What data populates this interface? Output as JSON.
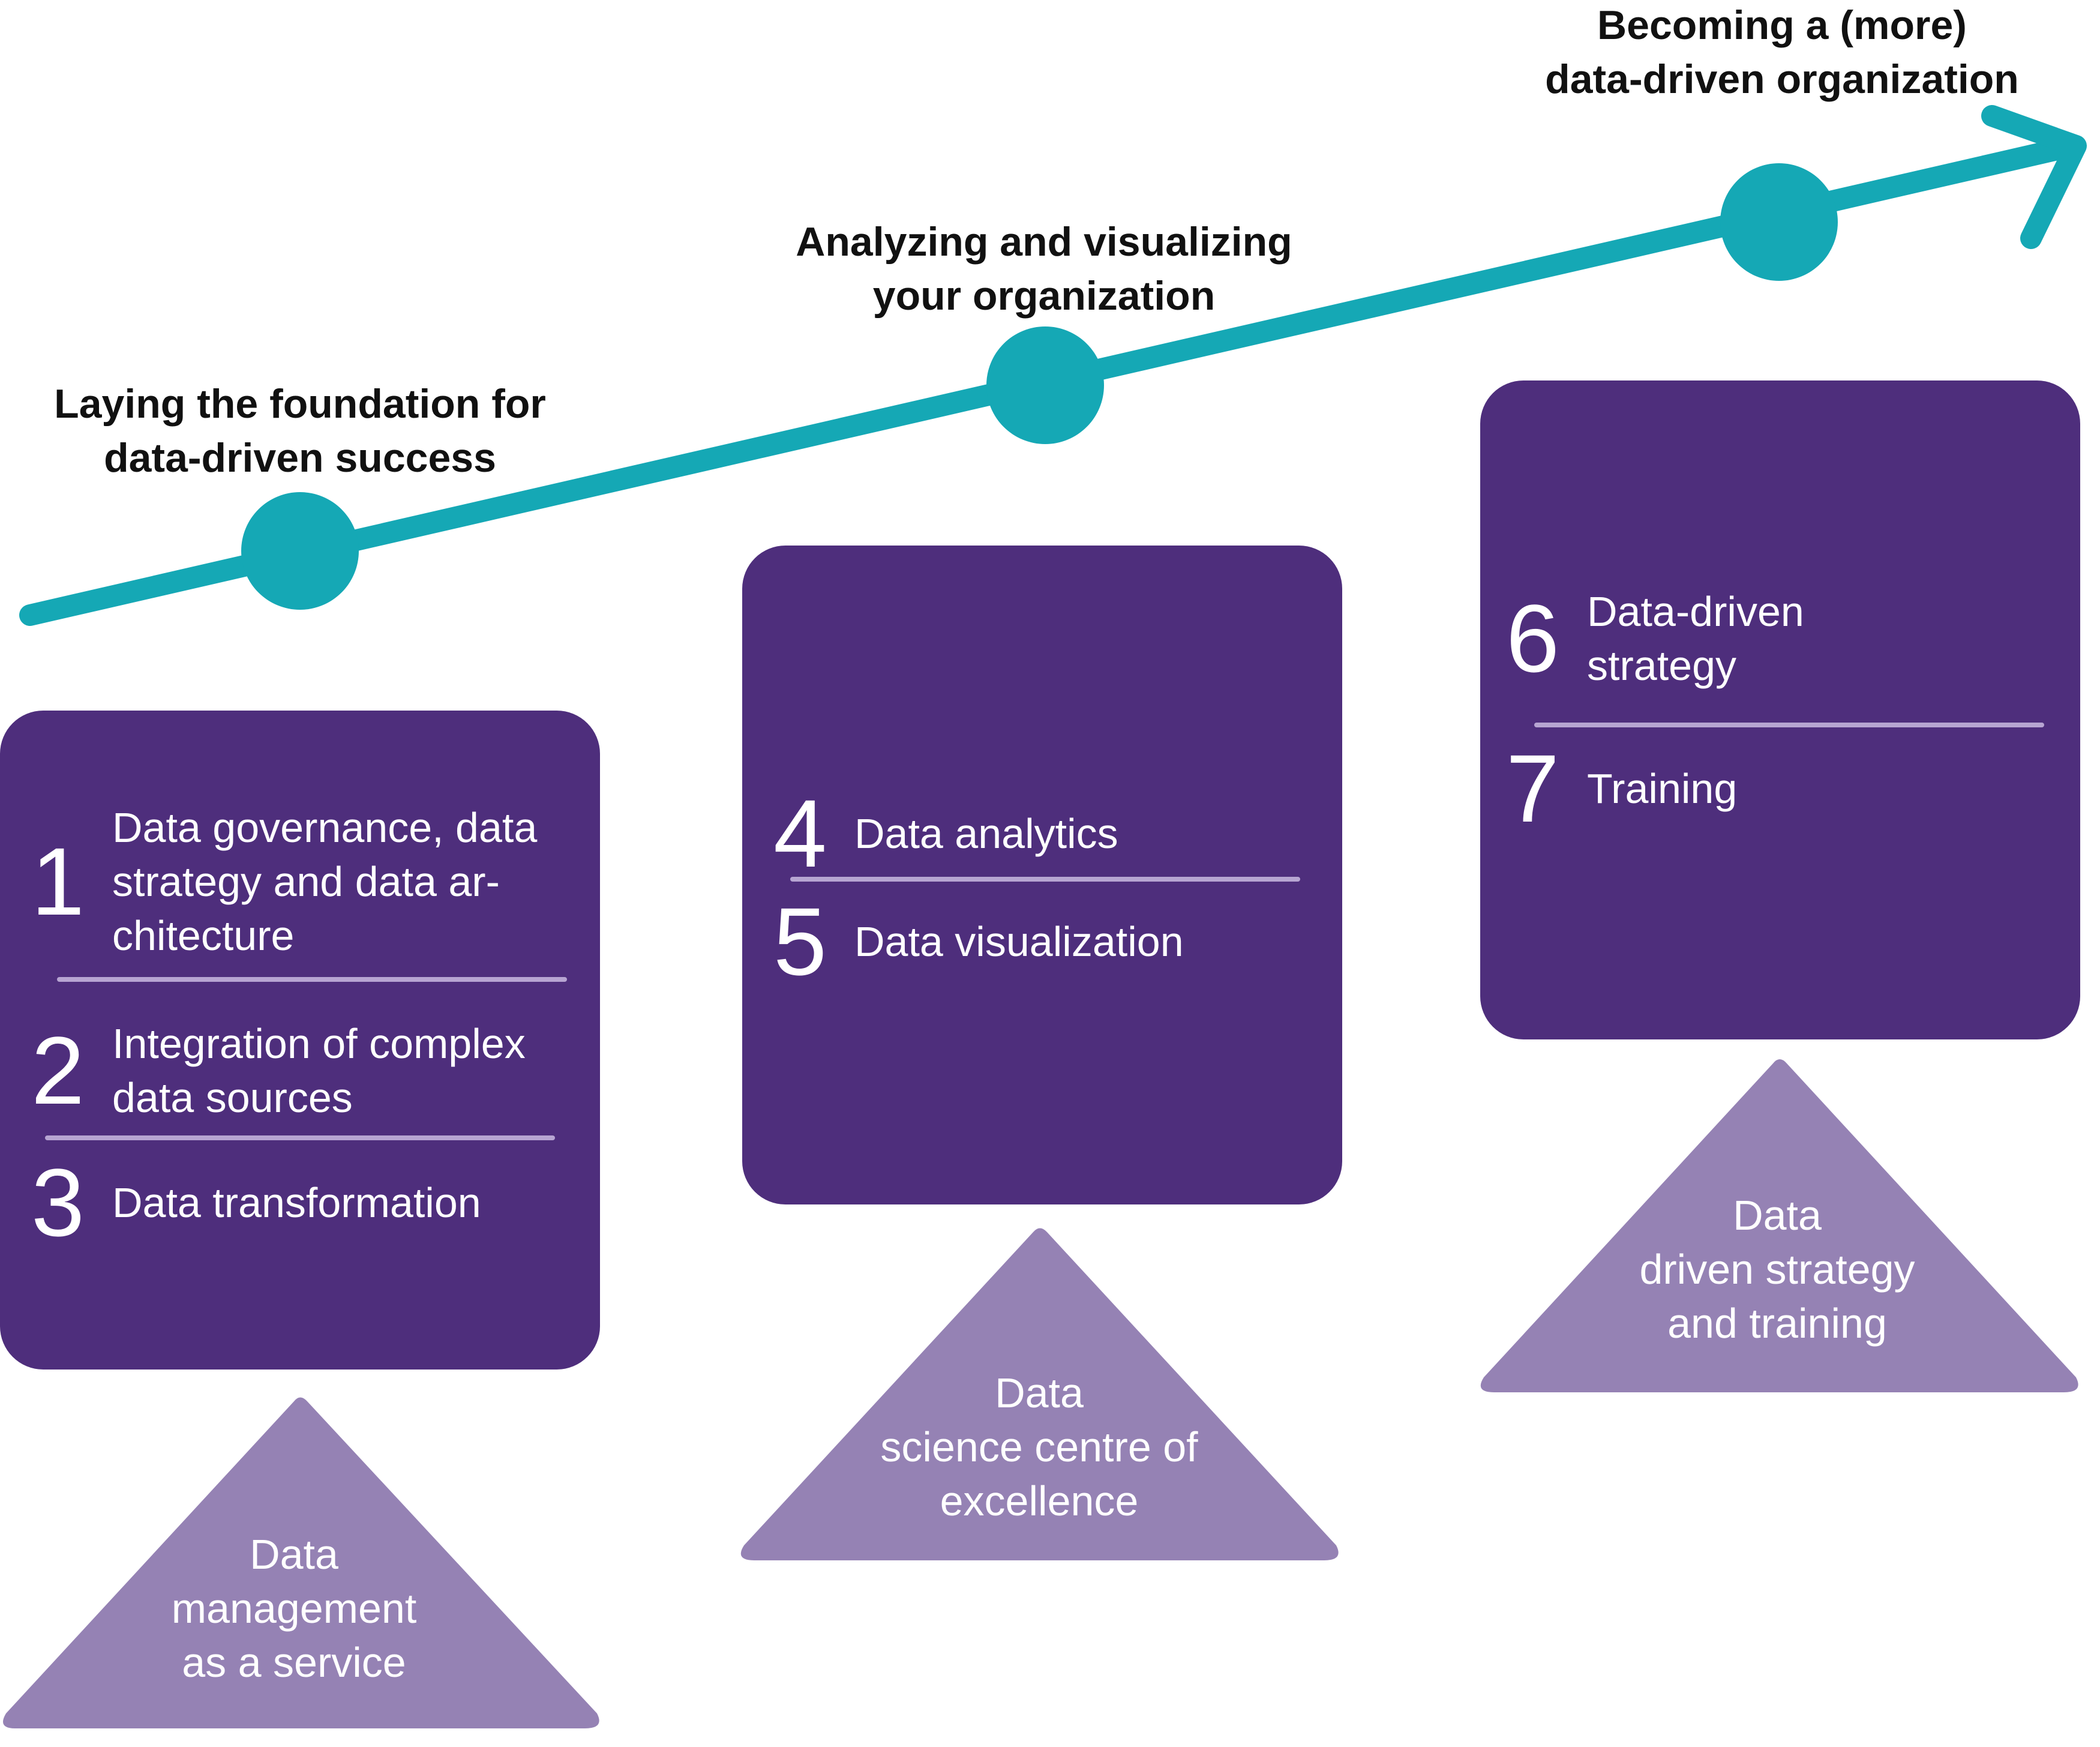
{
  "colors": {
    "arrow": "#15a8b5",
    "box": "#4e2e7c",
    "triangle": "#9582b4",
    "divider": "#b7a5d2",
    "heading": "#111111"
  },
  "stages": [
    {
      "heading": [
        "Laying the foundation for",
        "data-driven success"
      ],
      "items": [
        {
          "number": "1",
          "lines": [
            "Data governance, data",
            "strategy and data ar-",
            "chitecture"
          ]
        },
        {
          "number": "2",
          "lines": [
            "Integration of complex",
            "data sources"
          ]
        },
        {
          "number": "3",
          "lines": [
            "Data transformation"
          ]
        }
      ],
      "triangle_label": [
        "Data",
        "management",
        "as a service"
      ]
    },
    {
      "heading": [
        "Analyzing and visualizing",
        "your organization"
      ],
      "items": [
        {
          "number": "4",
          "lines": [
            "Data analytics"
          ]
        },
        {
          "number": "5",
          "lines": [
            "Data visualization"
          ]
        }
      ],
      "triangle_label": [
        "Data",
        "science centre of",
        "excellence"
      ]
    },
    {
      "heading": [
        "Becoming a (more)",
        "data-driven organization"
      ],
      "items": [
        {
          "number": "6",
          "lines": [
            "Data-driven",
            "strategy"
          ]
        },
        {
          "number": "7",
          "lines": [
            "Training"
          ]
        }
      ],
      "triangle_label": [
        "Data",
        "driven strategy",
        "and training"
      ]
    }
  ]
}
